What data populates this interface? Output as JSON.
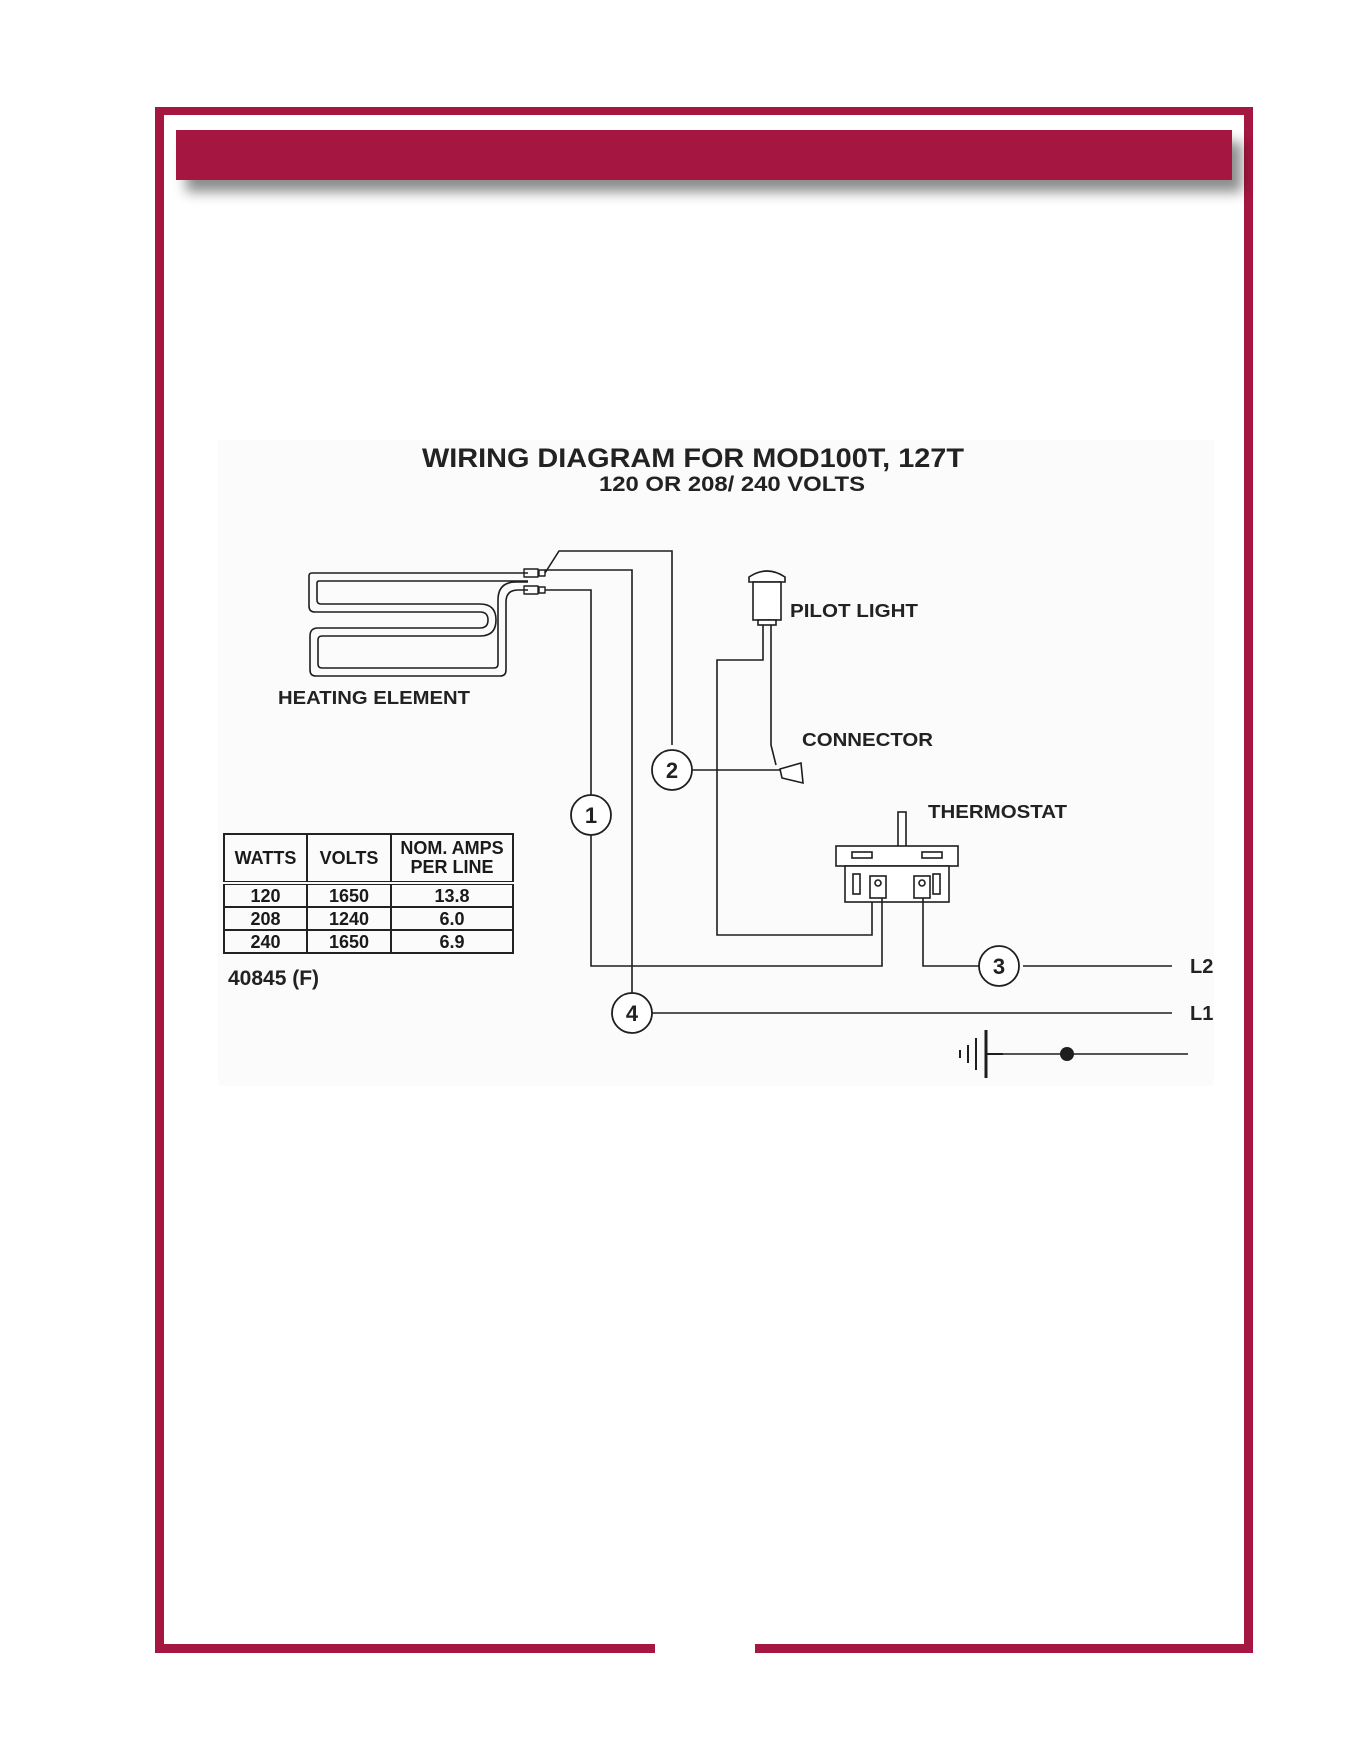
{
  "colors": {
    "frame": "#a51640",
    "line": "#1e1e1e",
    "text": "#222222"
  },
  "diagram": {
    "title": "WIRING DIAGRAM FOR MOD100T, 127T",
    "subtitle": "120 OR 208/ 240 VOLTS",
    "labels": {
      "heating_element": "HEATING ELEMENT",
      "pilot_light": "PILOT LIGHT",
      "connector": "CONNECTOR",
      "thermostat": "THERMOSTAT",
      "l1": "L1",
      "l2": "L2"
    },
    "wire_numbers": [
      "1",
      "2",
      "3",
      "4"
    ],
    "ground_icon": "ground-icon"
  },
  "rating_table": {
    "headers": [
      "WATTS",
      "VOLTS",
      "NOM. AMPS PER LINE"
    ],
    "header_amps_line1": "NOM. AMPS",
    "header_amps_line2": "PER LINE",
    "rows": [
      [
        "120",
        "1650",
        "13.8"
      ],
      [
        "208",
        "1240",
        "6.0"
      ],
      [
        "240",
        "1650",
        "6.9"
      ]
    ]
  },
  "part_number": "40845 (F)"
}
